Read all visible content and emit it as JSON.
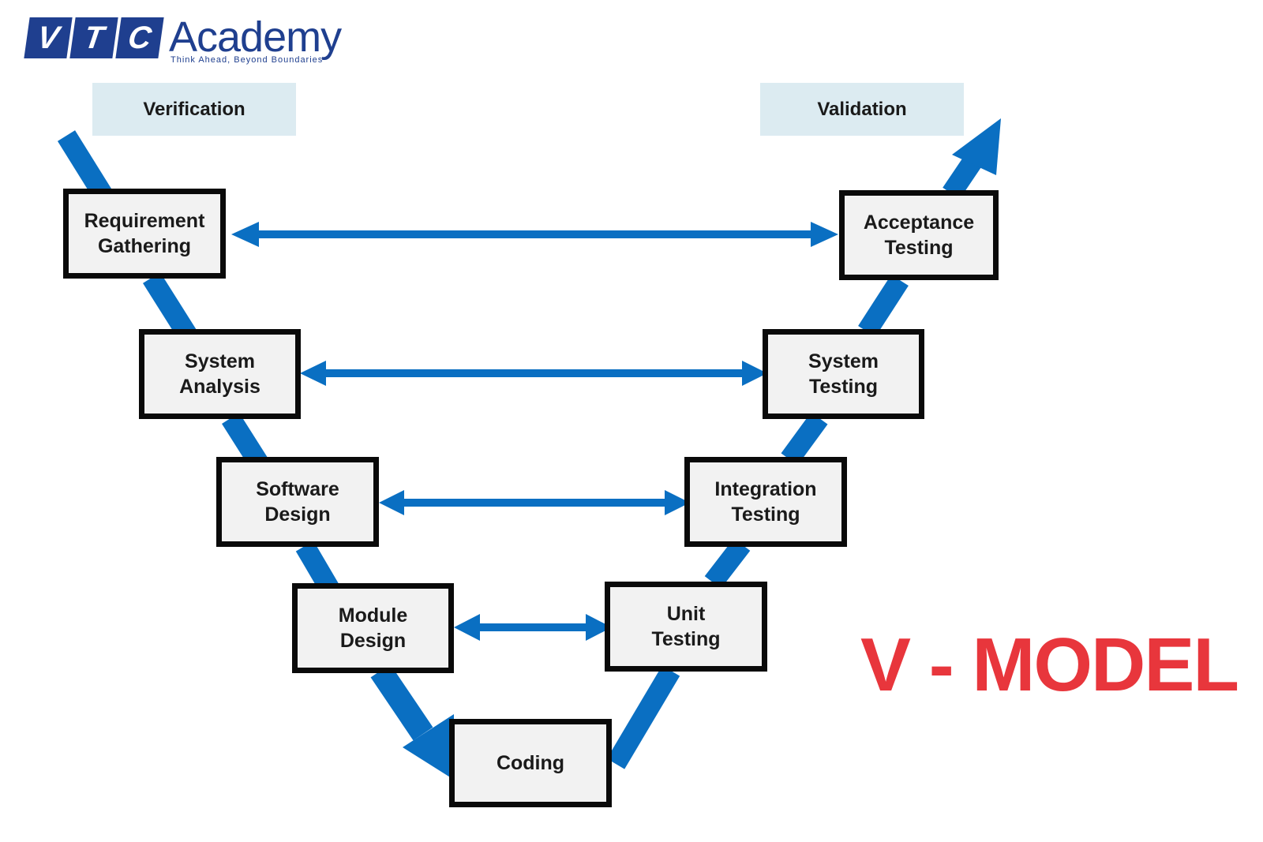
{
  "logo": {
    "letters": [
      "V",
      "T",
      "C"
    ],
    "word": "Academy",
    "tagline": "Think Ahead, Beyond Boundaries"
  },
  "phases": {
    "left": "Verification",
    "right": "Validation"
  },
  "left_boxes": [
    {
      "id": "requirement-gathering",
      "label": "Requirement\nGathering"
    },
    {
      "id": "system-analysis",
      "label": "System\nAnalysis"
    },
    {
      "id": "software-design",
      "label": "Software\nDesign"
    },
    {
      "id": "module-design",
      "label": "Module\nDesign"
    }
  ],
  "bottom_box": {
    "id": "coding",
    "label": "Coding"
  },
  "right_boxes": [
    {
      "id": "acceptance-testing",
      "label": "Acceptance\nTesting"
    },
    {
      "id": "system-testing",
      "label": "System\nTesting"
    },
    {
      "id": "integration-testing",
      "label": "Integration\nTesting"
    },
    {
      "id": "unit-testing",
      "label": "Unit\nTesting"
    }
  ],
  "links": [
    {
      "from": "requirement-gathering",
      "to": "acceptance-testing"
    },
    {
      "from": "system-analysis",
      "to": "system-testing"
    },
    {
      "from": "software-design",
      "to": "integration-testing"
    },
    {
      "from": "module-design",
      "to": "unit-testing"
    }
  ],
  "title": "V - MODEL",
  "colors": {
    "arrow": "#0a6fc2",
    "title": "#e8363c",
    "logo": "#1f3f8f",
    "phase_bg": "#dcebf1"
  }
}
